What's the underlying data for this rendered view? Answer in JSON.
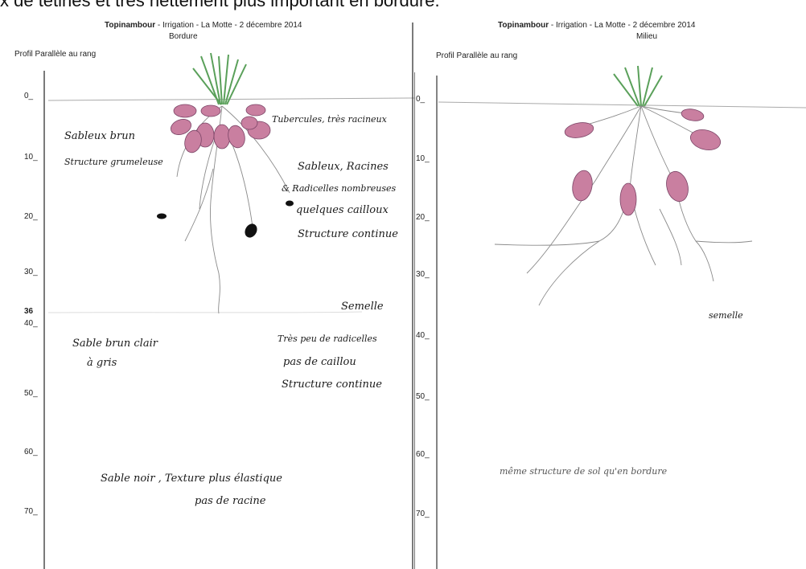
{
  "header": {
    "caption": "x de tétines et très nettement plus important en bordure."
  },
  "left_panel": {
    "title_bold": "Topinambour",
    "title_rest": " - Irrigation - La Motte - 2 décembre 2014",
    "subtitle": "Bordure",
    "profile_label": "Profil Parallèle au rang",
    "depth_ticks": [
      "0_",
      "10_",
      "20_",
      "30_",
      "36",
      "40_",
      "50_",
      "60_",
      "70_"
    ],
    "notes": {
      "sableux_brun": "Sableux brun",
      "structure_grumeleuse": "Structure grumeleuse",
      "tubercules": "Tubercules, très racineux",
      "sableux_racines": "Sableux, Racines",
      "radicelles": "& Radicelles nombreuses",
      "cailloux": "quelques cailloux",
      "structure_continue": "Structure continue",
      "semelle": "Semelle",
      "sable_brun_clair": "Sable brun clair",
      "a_gris": "à gris",
      "tres_peu": "Très peu de radicelles",
      "pas_caillou": "pas de caillou",
      "structure_continue_2": "Structure continue",
      "sable_noir": "Sable noir , Texture plus élastique",
      "pas_racine": "pas de racine"
    }
  },
  "right_panel": {
    "title_bold": "Topinambour",
    "title_rest": " - Irrigation - La Motte - 2 décembre 2014",
    "subtitle": "Milieu",
    "profile_label": "Profil Parallèle au rang",
    "depth_ticks": [
      "0_",
      "10_",
      "20_",
      "30_",
      "40_",
      "50_",
      "60_",
      "70_"
    ],
    "notes": {
      "semelle": "semelle",
      "meme_structure": "même structure de sol qu'en bordure"
    }
  }
}
